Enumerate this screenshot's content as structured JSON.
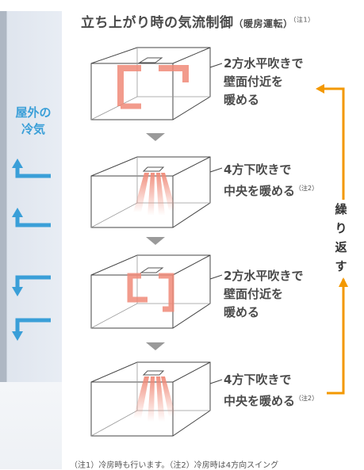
{
  "title": {
    "main": "立ち上がり時の気流制御",
    "sub": "（暖房運転）",
    "note": "（注1）"
  },
  "outside": {
    "label_line1": "屋外の",
    "label_line2": "冷気"
  },
  "stages": [
    {
      "line1": "2方水平吹きで",
      "line2": "壁面付近を",
      "line3": "暖める",
      "note": ""
    },
    {
      "line1": "4方下吹きで",
      "line2": "中央を暖める",
      "line3": "",
      "note": "（注2）"
    },
    {
      "line1": "2方水平吹きで",
      "line2": "壁面付近を",
      "line3": "暖める",
      "note": ""
    },
    {
      "line1": "4方下吹きで",
      "line2": "中央を暖める",
      "line3": "",
      "note": "（注2）"
    }
  ],
  "repeat": {
    "c1": "繰",
    "c2": "り",
    "c3": "返",
    "c4": "す"
  },
  "footnote": "（注1）冷房時も行います。（注2）冷房時は4方向スイング",
  "colors": {
    "accent": "#f39800",
    "cold": "#3a9fd8",
    "warm": "#f08a78",
    "box": "#444444"
  }
}
